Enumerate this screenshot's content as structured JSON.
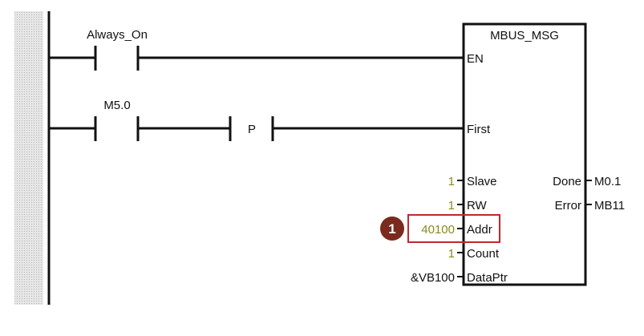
{
  "rungs": [
    {
      "contact_label": "Always_On"
    },
    {
      "contact_label": "M5.0",
      "edge_contact_label": "P"
    }
  ],
  "block": {
    "title": "MBUS_MSG",
    "inputs": [
      {
        "pin": "EN"
      },
      {
        "pin": "First"
      },
      {
        "pin": "Slave",
        "value": "1"
      },
      {
        "pin": "RW",
        "value": "1"
      },
      {
        "pin": "Addr",
        "value": "40100"
      },
      {
        "pin": "Count",
        "value": "1"
      },
      {
        "pin": "DataPtr",
        "value": "&VB100"
      }
    ],
    "outputs": [
      {
        "pin": "Done",
        "value": "M0.1"
      },
      {
        "pin": "Error",
        "value": "MB11"
      }
    ]
  },
  "callout": {
    "number": "1",
    "color": "#7b2a1e",
    "highlight_color": "#c0282d"
  },
  "colors": {
    "value_text": "#8a8a1a",
    "line": "#111111"
  }
}
